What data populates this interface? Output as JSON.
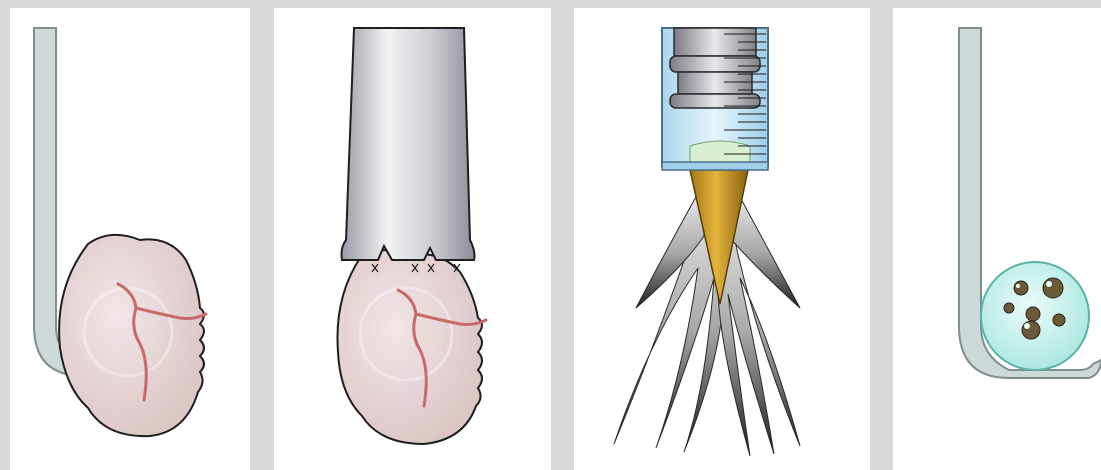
{
  "figure": {
    "panels": [
      {
        "id": "panel-1"
      },
      {
        "id": "panel-2"
      },
      {
        "id": "panel-3"
      },
      {
        "id": "panel-4"
      }
    ]
  },
  "colors": {
    "background": "#d9d9d9",
    "panel": "#ffffff",
    "tissue_fill": "#e8d6d6",
    "vessel": "#c86a6a",
    "pipette_glass": "#cdd8d8",
    "needle_metal": "#b9b9c2",
    "syringe_blue": "#bfe3f4",
    "fiber_gold": "#c89a2a",
    "suspension_cyan": "#bfeee9",
    "particle": "#6b5a3a"
  }
}
